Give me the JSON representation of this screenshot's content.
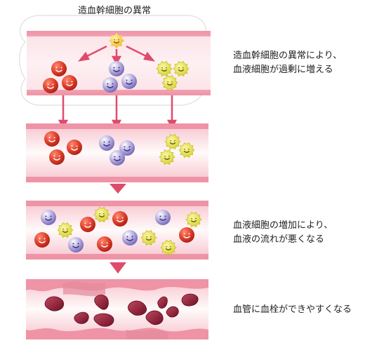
{
  "title": "造血幹細胞の異常",
  "captions": {
    "step1": [
      "造血幹細胞の異常により、",
      "血液細胞が過剰に増える"
    ],
    "step2": [
      "血液細胞の増加により、",
      "血液の流れが悪くなる"
    ],
    "step3": "血管に血栓ができやすくなる"
  },
  "colors": {
    "stem_cell": "#f6c634",
    "red_cell": "#e0412c",
    "white_cell": "#a59bd6",
    "platelet": "#e6e04a",
    "vessel_wall": "#ef93a6",
    "vessel_inner": "#fbe4e8",
    "arrow": "#e04b6c",
    "clot": "#8e1f3a"
  },
  "icons": [
    "stem-cell-icon",
    "red-blood-cell-icon",
    "white-blood-cell-icon",
    "platelet-icon",
    "down-arrow-icon",
    "blood-clot-icon"
  ]
}
